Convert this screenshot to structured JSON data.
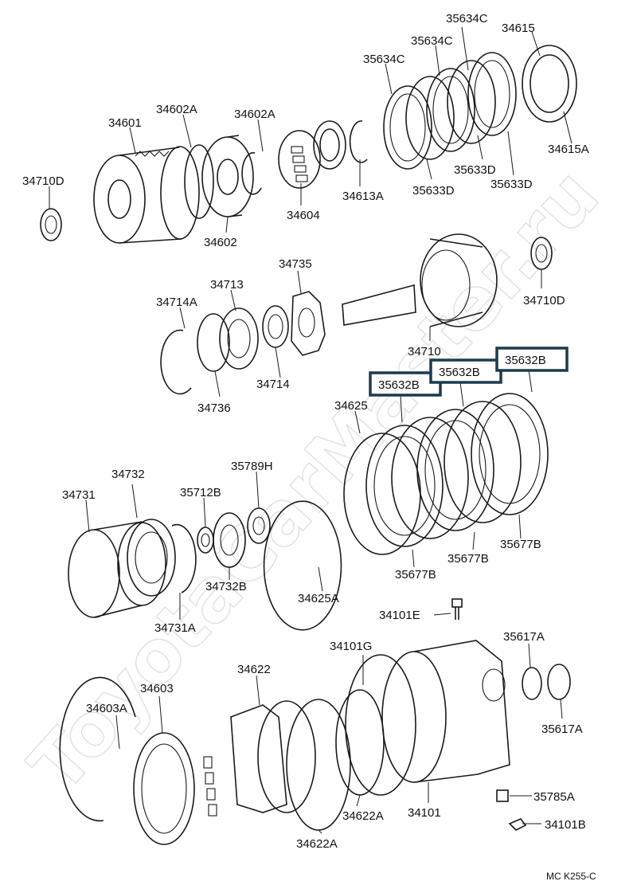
{
  "diagram": {
    "watermark": "ToyotaCarMaster.ru",
    "drawing_code": "MC  K255-C",
    "highlight_color": "#1c3b4d",
    "labels": {
      "l35634c_top": "35634C",
      "l34615": "34615",
      "l35634c_mid": "35634C",
      "l35634c_left": "35634C",
      "l34601": "34601",
      "l34602a_1": "34602A",
      "l34602a_2": "34602A",
      "l34710d_left": "34710D",
      "l34615a": "34615A",
      "l35633d_1": "35633D",
      "l35633d_2": "35633D",
      "l35633d_3": "35633D",
      "l34613a": "34613A",
      "l34604": "34604",
      "l34602": "34602",
      "l34735": "34735",
      "l34713": "34713",
      "l34714a": "34714A",
      "l34710d_right": "34710D",
      "l34710": "34710",
      "l34714": "34714",
      "l34736": "34736",
      "l34625": "34625",
      "l34732": "34732",
      "l34731": "34731",
      "l35712b": "35712B",
      "l35789h": "35789H",
      "l34732b": "34732B",
      "l34625a": "34625A",
      "l35677b_1": "35677B",
      "l35677b_2": "35677B",
      "l35677b_3": "35677B",
      "l34731a": "34731A",
      "l34101e": "34101E",
      "l34101g": "34101G",
      "l35617a_1": "35617A",
      "l35617a_2": "35617A",
      "l34622": "34622",
      "l34603": "34603",
      "l34603a": "34603A",
      "l34622a_1": "34622A",
      "l34622a_2": "34622A",
      "l34101": "34101",
      "l35785a": "35785A",
      "l34101b": "34101B"
    },
    "highlighted": {
      "h1": "35632B",
      "h2": "35632B",
      "h3": "35632B"
    }
  }
}
